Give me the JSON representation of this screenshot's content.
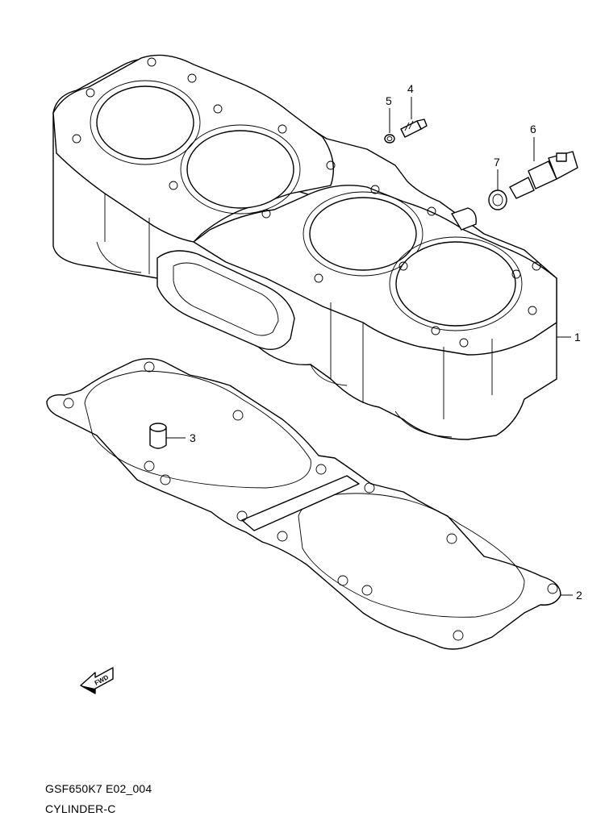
{
  "diagram": {
    "code": "GSF650K7 E02_004",
    "title": "CYLINDER-C",
    "arrow_label": "FWD",
    "callouts": [
      {
        "id": "1",
        "label": "1"
      },
      {
        "id": "2",
        "label": "2"
      },
      {
        "id": "3",
        "label": "3"
      },
      {
        "id": "4",
        "label": "4"
      },
      {
        "id": "5",
        "label": "5"
      },
      {
        "id": "6",
        "label": "6"
      },
      {
        "id": "7",
        "label": "7"
      }
    ],
    "icons": {
      "forward_arrow": "fwd-arrow-icon"
    }
  }
}
